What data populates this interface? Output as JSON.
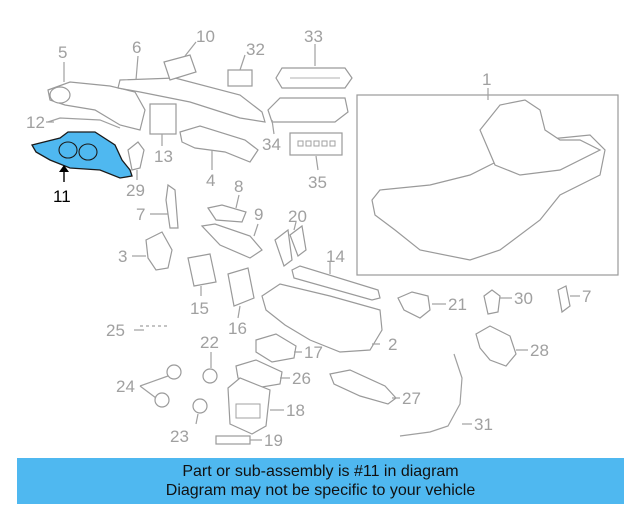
{
  "diagram": {
    "highlight_color": "#4fb8f0",
    "highlighted_part": "11",
    "callouts": {
      "c1": "1",
      "c2": "2",
      "c3": "3",
      "c5": "5",
      "c6": "6",
      "c7a": "7",
      "c7b": "7",
      "c8": "8",
      "c9": "9",
      "c10": "10",
      "c11": "11",
      "c12": "12",
      "c13": "13",
      "c14": "14",
      "c15": "15",
      "c16": "16",
      "c17": "17",
      "c18": "18",
      "c19": "19",
      "c20": "20",
      "c21": "21",
      "c22": "22",
      "c23": "23",
      "c24": "24",
      "c25": "25",
      "c26": "26",
      "c27": "27",
      "c28": "28",
      "c29": "29",
      "c30": "30",
      "c31": "31",
      "c32": "32",
      "c33": "33",
      "c34": "34",
      "c35": "35",
      "c4": "4"
    }
  },
  "banner": {
    "line1": "Part or sub-assembly is #11 in diagram",
    "line2": "Diagram may not be specific to your vehicle"
  }
}
